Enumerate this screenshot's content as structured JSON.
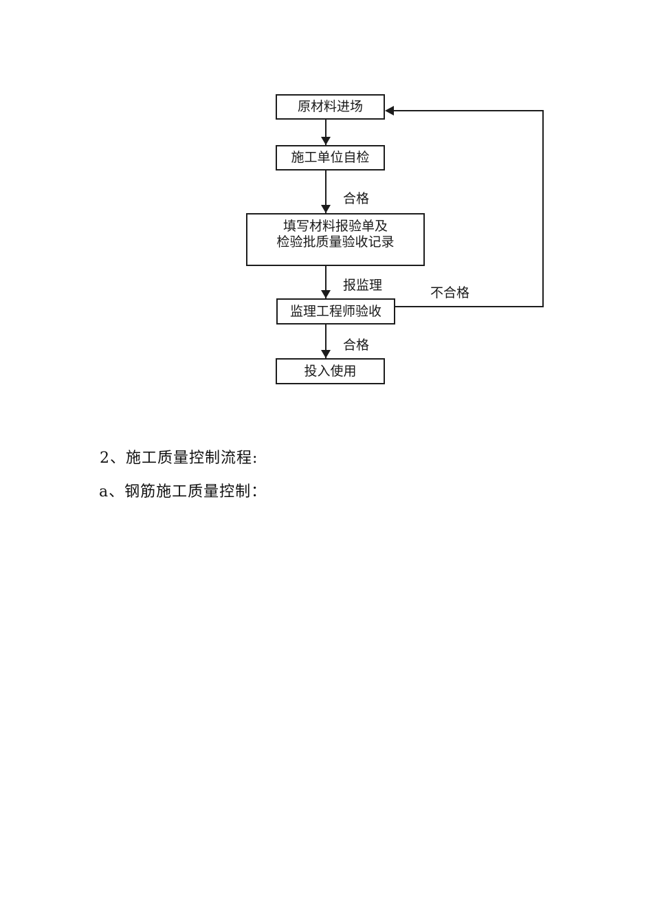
{
  "flowchart": {
    "line_color": "#1c1c1c",
    "boxes": [
      {
        "label": "原材料进场"
      },
      {
        "label": "施工单位自检"
      },
      {
        "line1": "填写材料报验单及",
        "line2": "检验批质量验收记录"
      },
      {
        "label": "监理工程师验收"
      },
      {
        "label": "投入使用"
      }
    ],
    "edge_labels": {
      "qualified_1": "合格",
      "report_supervision": "报监理",
      "unqualified": "不合格",
      "qualified_2": "合格"
    }
  },
  "body_text": {
    "heading_2": "2、施工质量控制流程:",
    "heading_a": "a、钢筋施工质量控制："
  }
}
